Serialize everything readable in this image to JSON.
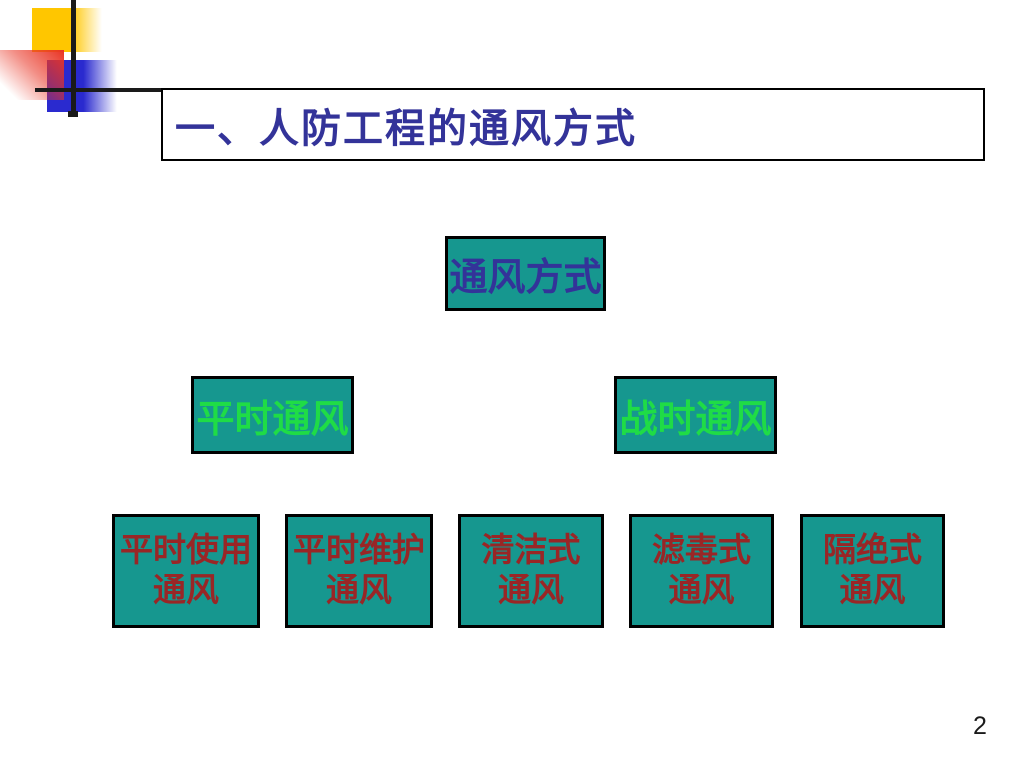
{
  "slide": {
    "title": "一、人防工程的通风方式",
    "page_number": "2"
  },
  "diagram": {
    "root": {
      "label": "通风方式"
    },
    "level2": [
      {
        "label": "平时通风"
      },
      {
        "label": "战时通风"
      }
    ],
    "level3": [
      {
        "label": "平时使用\n通风"
      },
      {
        "label": "平时维护\n通风"
      },
      {
        "label": "清洁式\n通风"
      },
      {
        "label": "滤毒式\n通风"
      },
      {
        "label": "隔绝式\n通风"
      }
    ]
  },
  "colors": {
    "title_text": "#333399",
    "box_fill": "#16978F",
    "box_border": "#000000",
    "root_text": "#333399",
    "level2_text": "#1FDC46",
    "level3_text": "#992626",
    "deco_yellow": "#FFC600",
    "deco_blue": "#2A2ACF",
    "deco_red": "#E93323",
    "deco_line": "#1A1A1A"
  }
}
